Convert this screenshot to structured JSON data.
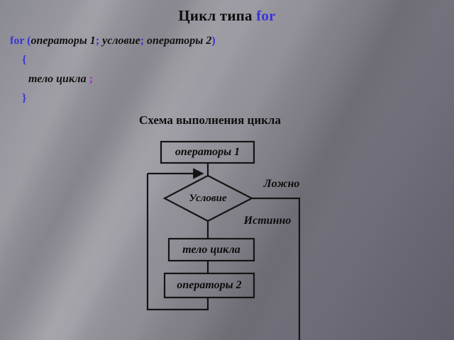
{
  "slide": {
    "title": {
      "prefix": "Цикл типа ",
      "keyword": "for"
    },
    "code": {
      "line1": {
        "kw": "for",
        "space": " ",
        "open_paren": "(",
        "stmt1": "операторы 1",
        "semi1": ";",
        "cond": " условие",
        "semi2": ";",
        "stmt2": " операторы 2",
        "close_paren": ")"
      },
      "line2": {
        "brace_open": "{"
      },
      "line3": {
        "body": "тело цикла ",
        "semi": ";"
      },
      "line4": {
        "brace_close": "}"
      }
    },
    "scheme_title": "Схема выполнения цикла",
    "flowchart": {
      "nodes": {
        "init": "операторы 1",
        "condition": "Условие",
        "body": "тело цикла",
        "update": "операторы 2"
      },
      "edges": {
        "false_label": "Ложно",
        "true_label": "Истинно"
      }
    },
    "colors": {
      "keyword_blue": "#3a34d6",
      "semicolon_magenta": "#9b2fc9",
      "text_black": "#0d0d0d",
      "stroke": "#141414",
      "background_gray": "#8a8a93"
    }
  }
}
